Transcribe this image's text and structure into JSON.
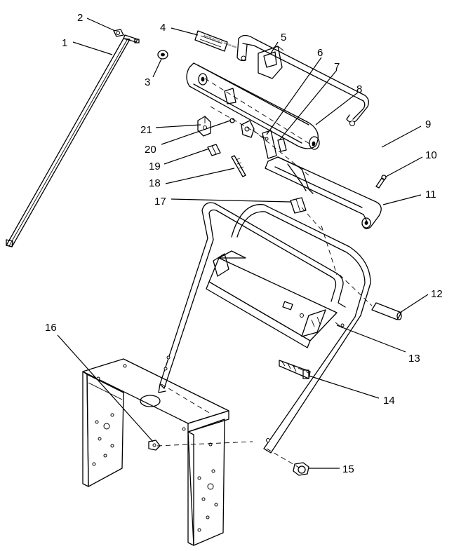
{
  "callouts": [
    "1",
    "2",
    "3",
    "4",
    "5",
    "6",
    "7",
    "8",
    "9",
    "10",
    "11",
    "12",
    "13",
    "14",
    "15",
    "16",
    "17",
    "18",
    "19",
    "20",
    "21"
  ],
  "decal_text": "MADE IN U.S.A. ##### ###"
}
